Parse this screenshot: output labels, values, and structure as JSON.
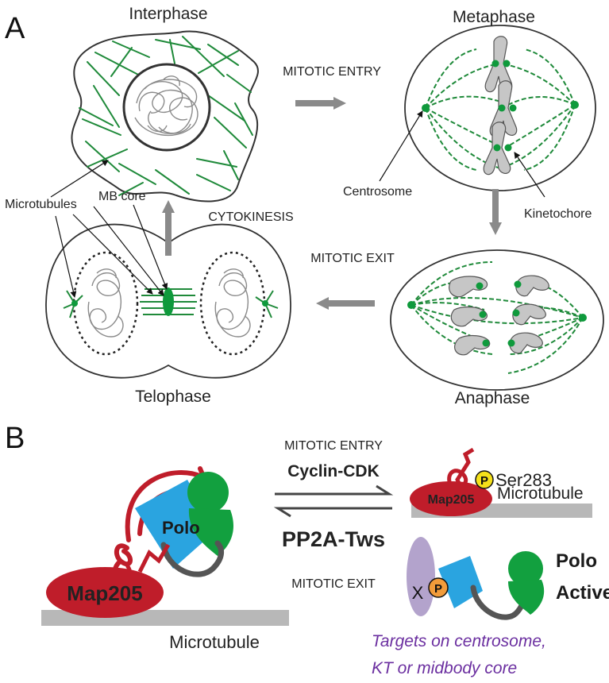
{
  "panel_a": {
    "letter": "A",
    "phases": {
      "interphase": "Interphase",
      "metaphase": "Metaphase",
      "anaphase": "Anaphase",
      "telophase": "Telophase"
    },
    "transitions": {
      "mitotic_entry": "MITOTIC ENTRY",
      "mitotic_exit": "MITOTIC EXIT",
      "cytokinesis": "CYTOKINESIS"
    },
    "labels": {
      "centrosome": "Centrosome",
      "kinetochore": "Kinetochore",
      "microtubules": "Microtubules",
      "mb_core": "MB core"
    }
  },
  "panel_b": {
    "letter": "B",
    "mitotic_entry": "MITOTIC ENTRY",
    "cyclin_cdk": "Cyclin-CDK",
    "pp2a_tws": "PP2A-Tws",
    "mitotic_exit": "MITOTIC EXIT",
    "map205_left": "Map205",
    "polo_left": "Polo",
    "microtubule_left": "Microtubule",
    "map205_right": "Map205",
    "phospho": "P",
    "ser283": "Ser283",
    "microtubule_right": "Microtubule",
    "x_label": "X",
    "polo_active_line1": "Polo",
    "polo_active_line2": "Active",
    "targets_line1": "Targets on centrosome,",
    "targets_line2": "KT or midbody core"
  },
  "colors": {
    "microtubule_green": "#1f8a3a",
    "dark_green": "#0f9a3c",
    "map205_red": "#bf1d2a",
    "polo_blue": "#2aa4e0",
    "polo_green": "#12a03f",
    "phospho_yellow": "#f5e11a",
    "phospho_orange": "#f29c3a",
    "x_purple": "#b3a3cc",
    "targets_purple": "#6b2fa0",
    "arrow_grey": "#8a8a8a",
    "substrate_grey": "#b8b8b8"
  }
}
